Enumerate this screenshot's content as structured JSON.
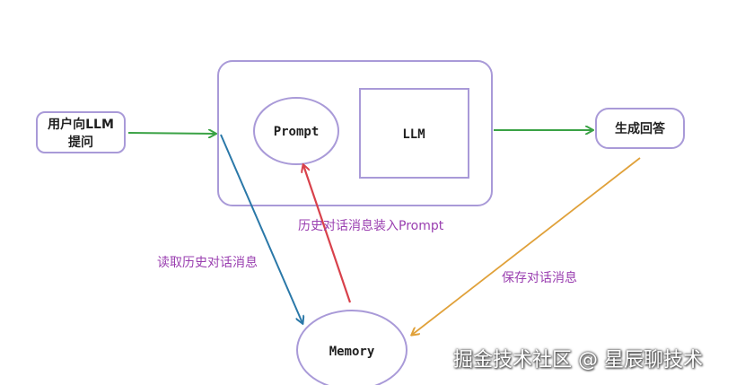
{
  "nodes": {
    "user_question": {
      "line1": "用户向LLM",
      "line2": "提问"
    },
    "prompt": "Prompt",
    "llm": "LLM",
    "generate_answer": "生成回答",
    "memory": "Memory"
  },
  "edges": {
    "read_history": "读取历史对话消息",
    "load_into_prompt": "历史对话消息装入Prompt",
    "save_dialog": "保存对话消息"
  },
  "watermark": "掘金技术社区 @ 星辰聊技术",
  "colors": {
    "box_stroke": "#a99ad8",
    "green_arrow": "#3aa245",
    "blue_arrow": "#2a78a8",
    "red_arrow": "#d8414b",
    "orange_arrow": "#e0a13a",
    "label_purple": "#9a3fb0"
  }
}
